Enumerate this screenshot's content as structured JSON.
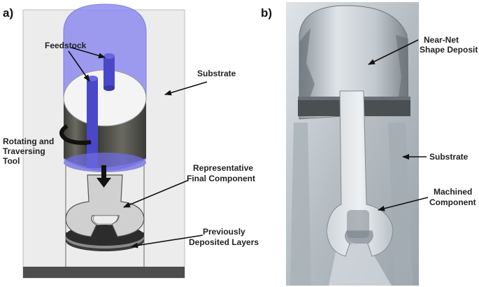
{
  "panel_a": {
    "tag": "a)",
    "labels": {
      "feedstock": "Feedstock",
      "substrate": "Substrate",
      "tool_line1": "Rotating and",
      "tool_line2": "Traversing",
      "tool_line3": "Tool",
      "final_line1": "Representative",
      "final_line2": "Final Component",
      "layers_line1": "Previously",
      "layers_line2": "Deposited Layers"
    }
  },
  "panel_b": {
    "tag": "b)",
    "labels": {
      "deposit_line1": "Near-Net",
      "deposit_line2": "Shape Deposit",
      "substrate": "Substrate",
      "machined_line1": "Machined",
      "machined_line2": "Component"
    }
  },
  "colors": {
    "tool_blue": "#7b78e8",
    "feedstock_blue": "#4a48c8",
    "tool_dark": "#4a4a45",
    "substrate_plate": "#ececec",
    "base_dark": "#4d4d4d",
    "photo_metal": "#b9c1c6"
  },
  "icons": {
    "rotation_arrow": "curved-arrow-icon",
    "down_arrow": "down-arrow-icon"
  }
}
